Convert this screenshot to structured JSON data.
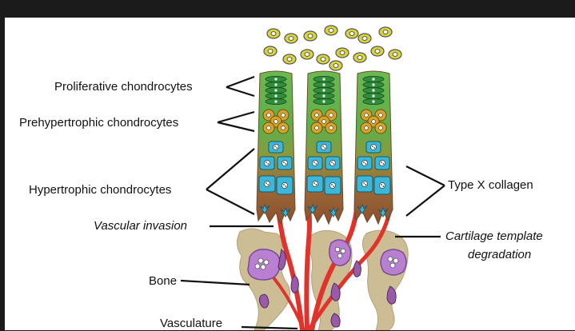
{
  "labels": {
    "proliferative": "Proliferative chondrocytes",
    "prehypertrophic": "Prehypertrophic chondrocytes",
    "hypertrophic": "Hypertrophic chondrocytes",
    "vascular_invasion": "Vascular invasion",
    "bone": "Bone",
    "vasculature": "Vasculature",
    "type_x_collagen": "Type X collagen",
    "cartilage_line1": "Cartilage template",
    "cartilage_line2": "degradation"
  },
  "colors": {
    "background": "#1b1b1b",
    "panel": "#ffffff",
    "resting_cell": "#d8d63a",
    "proliferative_zone": "#5fae4a",
    "proliferative_cell": "#2f8f3a",
    "prehypertrophic_cell": "#d6a42a",
    "hypertrophic_cell": "#3bb7d9",
    "column_base": "#9a5a32",
    "bone": "#cdbd95",
    "marrow_cell": "#b97fd0",
    "vessel": "#e0332b"
  },
  "icons": [
    "resting-chondrocyte-icon",
    "proliferative-chondrocyte-icon",
    "prehypertrophic-chondrocyte-icon",
    "hypertrophic-chondrocyte-icon",
    "bone-marrow-icon",
    "osteoclast-icon"
  ]
}
